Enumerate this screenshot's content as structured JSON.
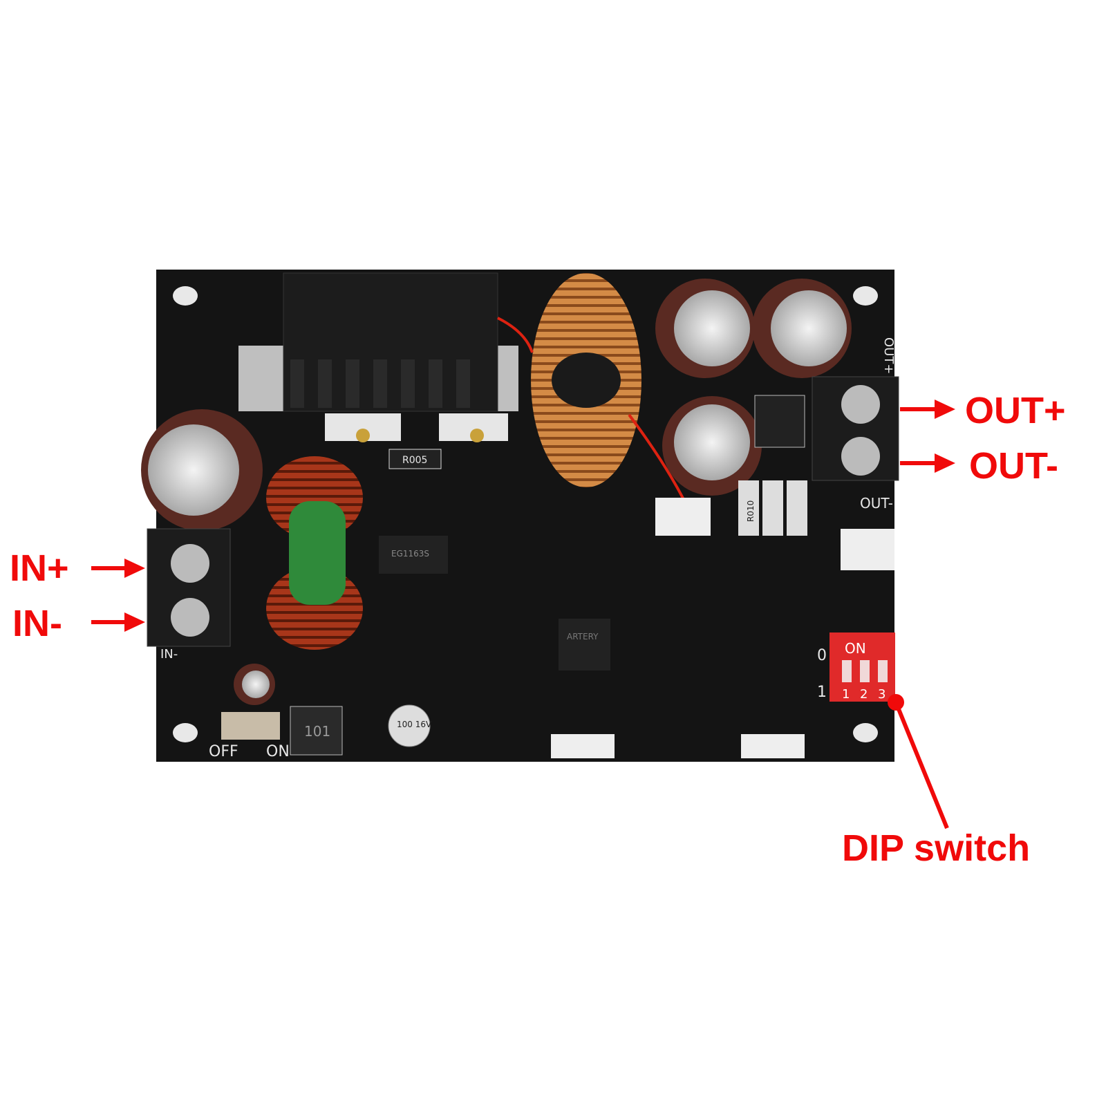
{
  "callouts": {
    "in_plus": "IN+",
    "in_minus": "IN-",
    "out_plus": "OUT+",
    "out_minus": "OUT-",
    "dip_switch": "DIP switch"
  },
  "silkscreen": {
    "out_plus": "OUT+",
    "out_minus": "OUT-",
    "in_minus": "IN-",
    "off": "OFF",
    "on": "ON",
    "shunt_main": "R005",
    "shunt_out": "R010",
    "inductor_small": "101",
    "cap_small": "100 16V",
    "driver_ic": "EG1163S",
    "mcu": "ARTERY",
    "dip_on": "ON",
    "dip_pos_0": "0",
    "dip_pos_1": "1",
    "dip_numbers": [
      "1",
      "2",
      "3"
    ]
  },
  "colors": {
    "callout": "#f00a0a",
    "pcb": "#141414",
    "dip_switch": "#e02a2a",
    "copper_coil": "#c97a3a",
    "green_core": "#2f8a3a"
  }
}
